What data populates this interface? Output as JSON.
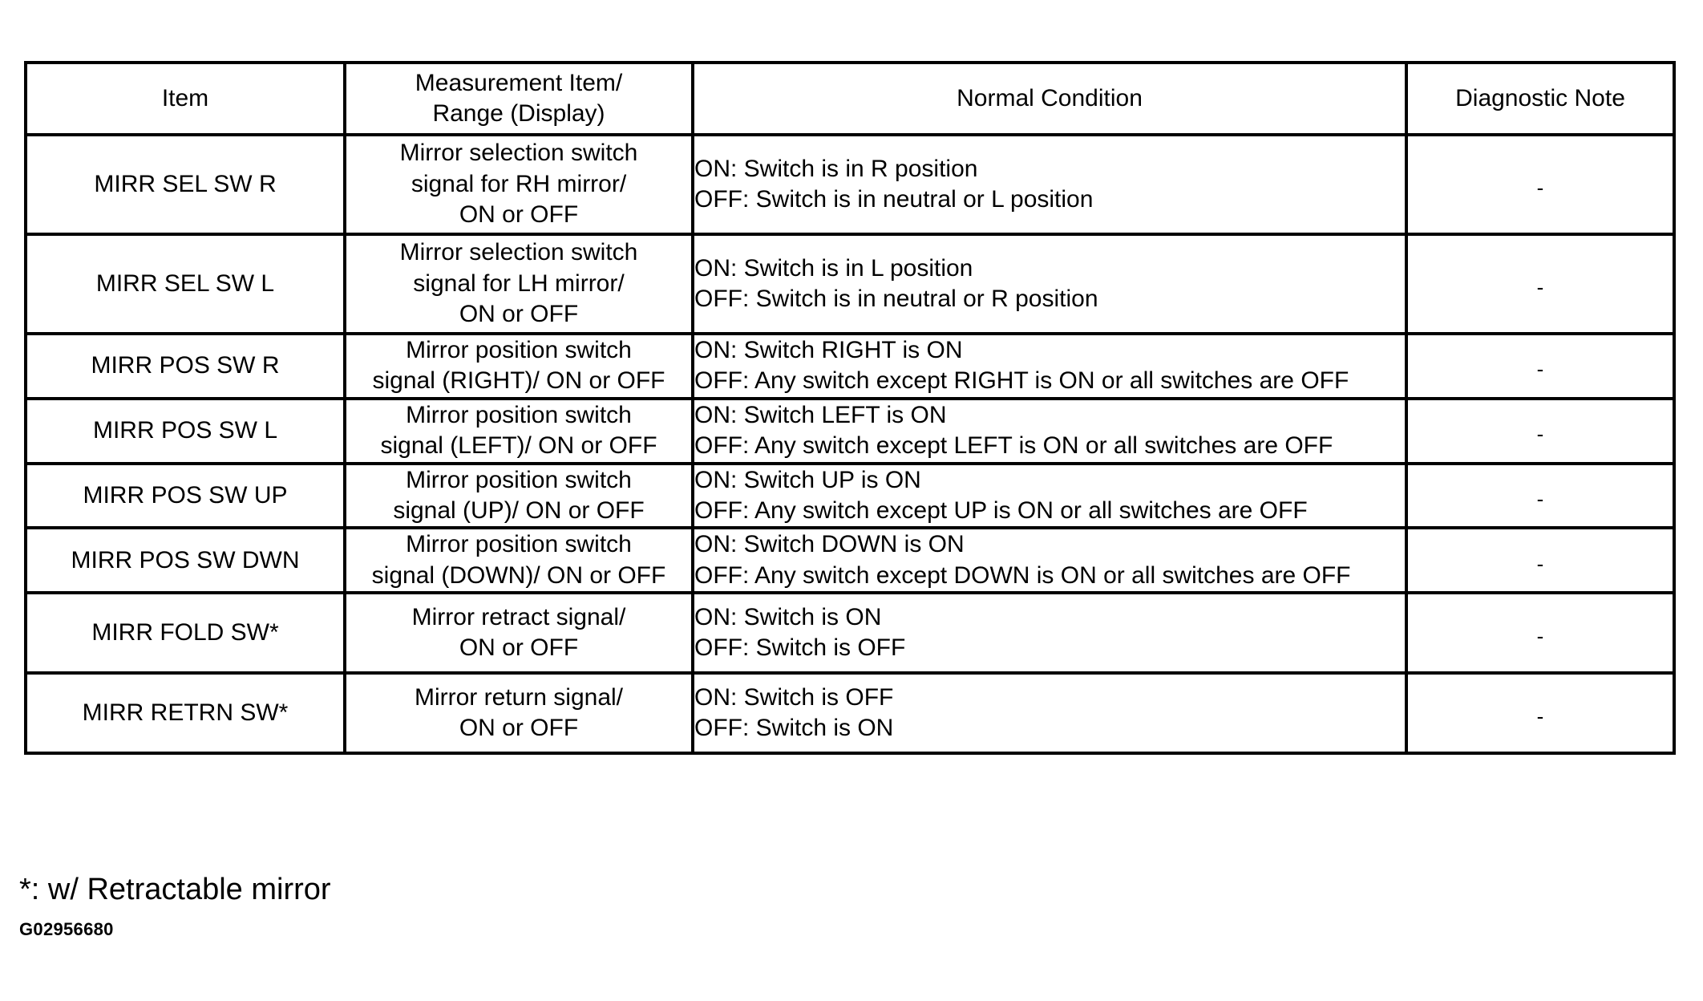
{
  "document": {
    "footnote": "*: w/ Retractable mirror",
    "reference_code": "G02956680"
  },
  "table": {
    "headers": {
      "item": "Item",
      "measurement_line1": "Measurement Item/",
      "measurement_line2": "Range (Display)",
      "normal_condition": "Normal Condition",
      "diagnostic_note": "Diagnostic Note"
    },
    "rows": [
      {
        "item": "MIRR SEL SW R",
        "measurement": [
          "Mirror selection switch",
          "signal for RH mirror/",
          "ON or OFF"
        ],
        "normal": [
          "ON: Switch is in R position",
          "OFF: Switch is in neutral or L position"
        ],
        "diagnostic": "-"
      },
      {
        "item": "MIRR SEL SW L",
        "measurement": [
          "Mirror selection switch",
          "signal for LH mirror/",
          "ON or OFF"
        ],
        "normal": [
          "ON: Switch is in L position",
          "OFF: Switch is in neutral or R position"
        ],
        "diagnostic": "-"
      },
      {
        "item": "MIRR POS SW R",
        "measurement": [
          "Mirror position switch",
          "signal (RIGHT)/ ON or OFF"
        ],
        "normal": [
          "ON: Switch RIGHT is ON",
          "OFF: Any switch except RIGHT is ON or all switches are OFF"
        ],
        "diagnostic": "-"
      },
      {
        "item": "MIRR POS SW L",
        "measurement": [
          "Mirror position switch",
          "signal (LEFT)/ ON or OFF"
        ],
        "normal": [
          "ON: Switch LEFT is ON",
          "OFF: Any switch except LEFT is ON or all switches are OFF"
        ],
        "diagnostic": "-"
      },
      {
        "item": "MIRR POS SW UP",
        "measurement": [
          "Mirror position switch",
          "signal (UP)/ ON or OFF"
        ],
        "normal": [
          "ON: Switch UP is ON",
          "OFF: Any switch except UP is ON or all switches are OFF"
        ],
        "diagnostic": "-"
      },
      {
        "item": "MIRR POS SW DWN",
        "measurement": [
          "Mirror position switch",
          "signal (DOWN)/ ON or OFF"
        ],
        "normal": [
          "ON: Switch DOWN is ON",
          "OFF: Any switch except DOWN is ON or all switches are OFF"
        ],
        "diagnostic": "-"
      },
      {
        "item": "MIRR FOLD SW*",
        "measurement": [
          "Mirror retract signal/",
          "ON or OFF"
        ],
        "normal": [
          "ON: Switch is ON",
          "OFF: Switch is OFF"
        ],
        "diagnostic": "-"
      },
      {
        "item": "MIRR RETRN SW*",
        "measurement": [
          "Mirror return signal/",
          "ON or OFF"
        ],
        "normal": [
          "ON: Switch is OFF",
          "OFF: Switch is ON"
        ],
        "diagnostic": "-"
      }
    ]
  },
  "colors": {
    "border": "#000000",
    "text": "#000000",
    "background": "#ffffff"
  }
}
